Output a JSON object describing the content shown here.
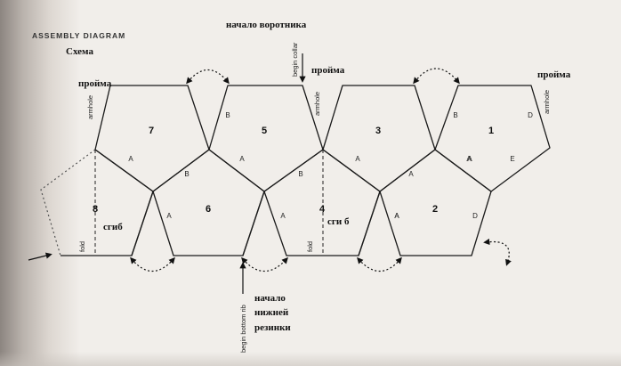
{
  "header": {
    "title_en": "ASSEMBLY DIAGRAM",
    "title_ru": "Схема"
  },
  "labels_ru": {
    "collar_start": "начало воротника",
    "armhole_1": "пройма",
    "armhole_2": "пройма",
    "armhole_3": "пройма",
    "fold_left": "сгиб",
    "fold_center": "сги б",
    "rib_start_1": "начало",
    "rib_start_2": "нижней",
    "rib_start_3": "резинки"
  },
  "labels_en": {
    "begin_collar": "begin collar",
    "begin_bottom_rib": "begin bottom rib",
    "armhole_left": "armhole",
    "armhole_mid": "armhole",
    "armhole_right": "armhole",
    "fold_left": "fold",
    "fold_center": "fold"
  },
  "panels": [
    "7",
    "5",
    "3",
    "1",
    "8",
    "6",
    "4",
    "2"
  ],
  "edges": [
    "A",
    "B",
    "B",
    "A",
    "B",
    "A",
    "B",
    "A",
    "A",
    "D",
    "A",
    "E",
    "A",
    "A",
    "A",
    "A",
    "D"
  ]
}
